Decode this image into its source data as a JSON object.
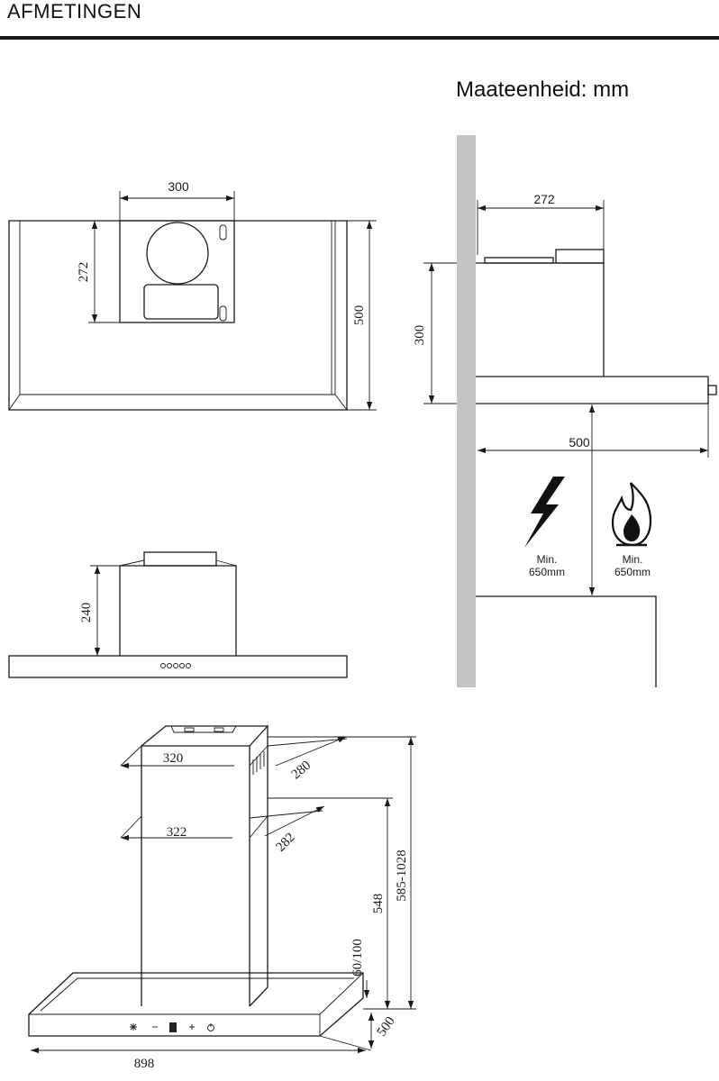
{
  "header": {
    "title": "AFMETINGEN",
    "unit": "Maateenheid: mm"
  },
  "top_view": {
    "duct_width": "300",
    "duct_depth": "272",
    "hood_depth": "500"
  },
  "side_view": {
    "chimney_depth": "272",
    "chimney_height": "300",
    "hood_depth": "500",
    "electric_min_label": "Min.",
    "electric_min_value": "650mm",
    "gas_min_label": "Min.",
    "gas_min_value": "650mm"
  },
  "front_view": {
    "chimney_height": "240"
  },
  "iso_view": {
    "upper_width": "320",
    "upper_depth": "280",
    "lower_width": "322",
    "lower_depth": "282",
    "chimney_height": "548",
    "total_height": "585-1028",
    "canopy_height": "60/100",
    "hood_depth": "500",
    "hood_width": "898"
  }
}
